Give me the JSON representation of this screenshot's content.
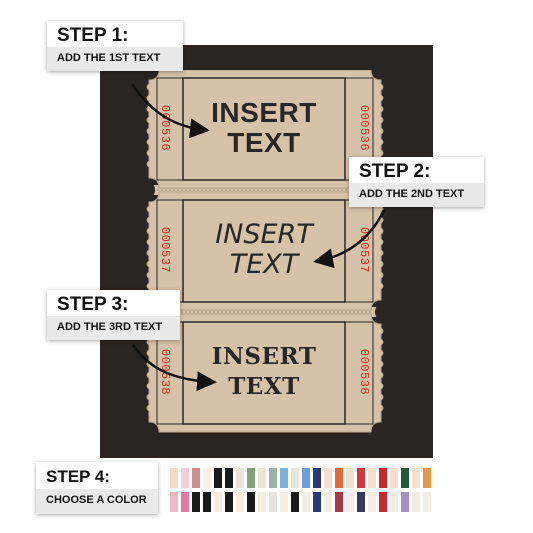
{
  "ticket_strip": {
    "ticket_color": "#d6c2a8",
    "outline_color": "#2b2523",
    "backdrop_color": "#2a2523",
    "serial_color": "#d32a25",
    "tickets": [
      {
        "line1": "INSERT",
        "line2": "TEXT",
        "serial": "000536"
      },
      {
        "line1": "INSERT",
        "line2": "TEXT",
        "serial": "000537"
      },
      {
        "line1": "INSERT",
        "line2": "TEXT",
        "serial": "000538"
      }
    ]
  },
  "steps": [
    {
      "title": "STEP 1:",
      "subtitle": "ADD THE 1ST TEXT"
    },
    {
      "title": "STEP 2:",
      "subtitle": "ADD THE 2ND TEXT"
    },
    {
      "title": "STEP 3:",
      "subtitle": "ADD THE 3RD TEXT"
    },
    {
      "title": "STEP 4:",
      "subtitle": "CHOOSE A COLOR"
    }
  ],
  "color_swatches": {
    "top_row": [
      "#f2dcc8",
      "#f4d0d6",
      "#c9908f",
      "#f7f1ea",
      "#1a1a1a",
      "#1a1a1a",
      "#e8e4dc",
      "#7fa27a",
      "#e8e4dc",
      "#9fb0a8",
      "#7fb0d8",
      "#e8e4dc",
      "#6e9fd0",
      "#2a3a78",
      "#f3dfcf",
      "#e46a3a",
      "#f3dfcf",
      "#d23a3a",
      "#f3dfcf",
      "#c8282f",
      "#f3dfcf",
      "#1f5a3a",
      "#f3dfcf",
      "#e8964a"
    ],
    "bottom_row": [
      "#f5b6c4",
      "#e07aa4",
      "#1a1a1a",
      "#1a1a1a",
      "#f3ede4",
      "#1a1a1a",
      "#f3ede4",
      "#1a1a1a",
      "#f3ede4",
      "#e8e4dc",
      "#f3ede4",
      "#1a1a1a",
      "#f3ede4",
      "#2a3a78",
      "#f3ede4",
      "#a83a48",
      "#f3ede4",
      "#3a3a58",
      "#f3ede4",
      "#c82838",
      "#f3ede4",
      "#a490c8",
      "#f3ede4",
      "#f3ede4"
    ]
  }
}
